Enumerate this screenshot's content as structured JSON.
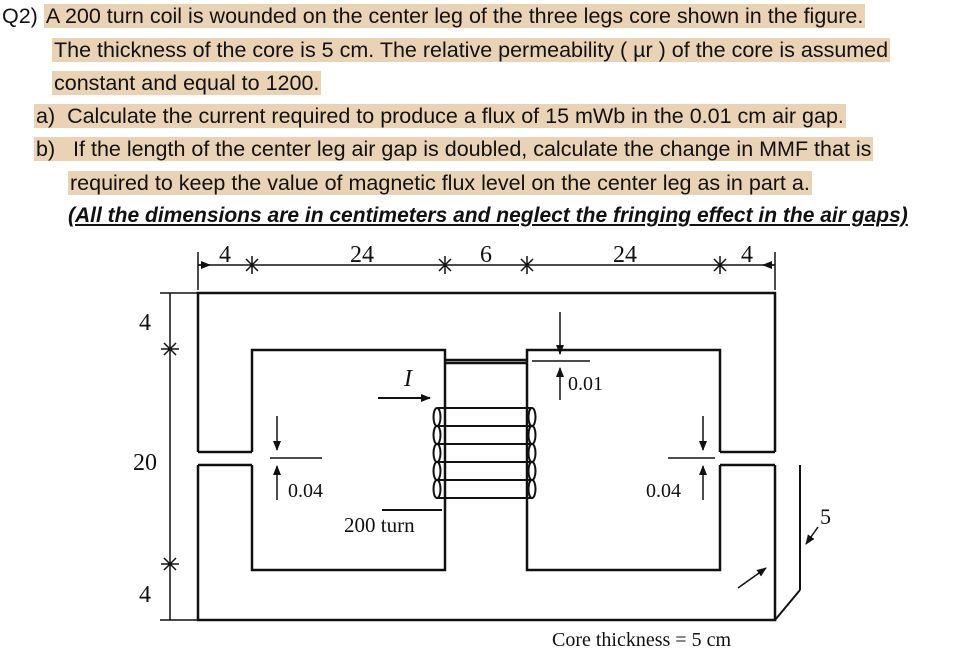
{
  "question": {
    "label": "Q2)",
    "lines": [
      "A 200 turn coil is wounded on the center leg of the three legs core shown in the figure.",
      "The thickness of the core is 5 cm. The relative permeability ( µr ) of the core is assumed",
      "constant and equal to 1200."
    ]
  },
  "parts": [
    {
      "label": "a)",
      "text": "Calculate the current required to produce a flux of 15 mWb in the 0.01 cm air gap."
    },
    {
      "label": "b)",
      "text": "If the length of the center leg air gap is doubled, calculate the change in MMF that is"
    },
    {
      "label": "",
      "text": "required to keep the value of magnetic flux level on the center leg as in part a."
    }
  ],
  "note": "(All the dimensions are in centimeters and neglect the fringing effect in the air gaps)",
  "figure": {
    "top_dims": [
      "4",
      "24",
      "6",
      "24",
      "4"
    ],
    "side_dims": [
      "4",
      "20",
      "4"
    ],
    "current_label": "I",
    "gap_center": "0.01",
    "gap_left": "0.04",
    "gap_right": "0.04",
    "turns_label": "200 turn",
    "thickness_dim": "5",
    "thickness_caption": "Core thickness = 5 cm"
  }
}
